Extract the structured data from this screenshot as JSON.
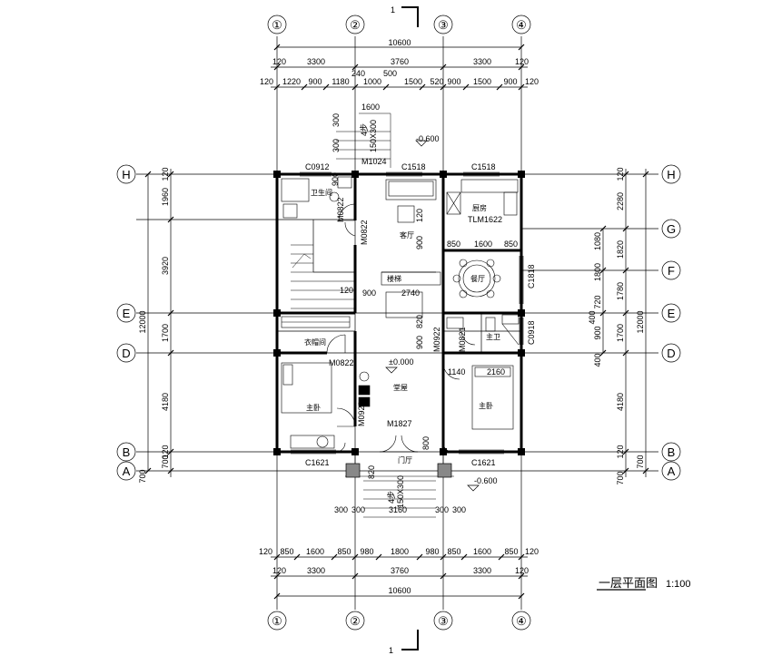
{
  "columns": [
    "①",
    "②",
    "③",
    "④"
  ],
  "rows": [
    "H",
    "G",
    "F",
    "E",
    "D",
    "B",
    "A"
  ],
  "section_mark": "1",
  "title": "一层平面图",
  "scale": "1:100",
  "top_dims": {
    "overall": "10600",
    "axis_row": [
      "120",
      "3300",
      "3760",
      "3300",
      "120"
    ],
    "detail_row": [
      "120",
      "1220",
      "900",
      "1180",
      "1000",
      "1500",
      "520",
      "900",
      "1500",
      "900",
      "120"
    ],
    "extra": [
      "240",
      "500"
    ]
  },
  "bottom_dims": {
    "detail_row": [
      "120",
      "850",
      "1600",
      "850",
      "980",
      "1800",
      "980",
      "850",
      "1600",
      "850",
      "120"
    ],
    "axis_row": [
      "120",
      "3300",
      "3760",
      "3300",
      "120"
    ],
    "overall": "10600"
  },
  "left_dims": {
    "overall": "12000",
    "segments": [
      "120",
      "1960",
      "3920",
      "1700",
      "4180",
      "120",
      "700"
    ]
  },
  "right_dims": {
    "overall": "12000",
    "outer": [
      "120",
      "2280",
      "1820",
      "1780",
      "1700",
      "4180",
      "120",
      "700"
    ],
    "inner": [
      "1080",
      "1800",
      "720",
      "400",
      "900",
      "400"
    ]
  },
  "rooms": {
    "bathroom": "卫生间",
    "living": "客厅",
    "kitchen": "厨房",
    "dining": "餐厅",
    "stair": "楼梯",
    "wardrobe": "衣帽间",
    "master_bed_left": "主卧",
    "hall": "堂屋",
    "bath_right": "主卫",
    "master_bed_right": "主卧",
    "porch": "门厅"
  },
  "codes": {
    "c0912": "C0912",
    "m1024": "M1024",
    "c1518a": "C1518",
    "c1518b": "C1518",
    "m0822a": "M0822",
    "m0822b": "M0822",
    "tlm1622": "TLM1622",
    "c1818": "C1818",
    "c0918": "C0918",
    "m0822c": "M0822",
    "m0922a": "M0922",
    "m0821": "M0821",
    "m0922b": "M0922",
    "m1827": "M1827",
    "c1621a": "C1621",
    "c1621b": "C1621"
  },
  "levels": {
    "top": "-0.600",
    "hall": "±0.000",
    "bottom": "-0.600"
  },
  "interior_dims": [
    "1600",
    "300",
    "300",
    "4步",
    "150X300",
    "900",
    "120",
    "900",
    "900",
    "2740",
    "120",
    "850",
    "1600",
    "850",
    "820",
    "900",
    "1140",
    "2160",
    "820",
    "800",
    "300",
    "300",
    "3160",
    "300",
    "300",
    "4步",
    "150X300"
  ]
}
